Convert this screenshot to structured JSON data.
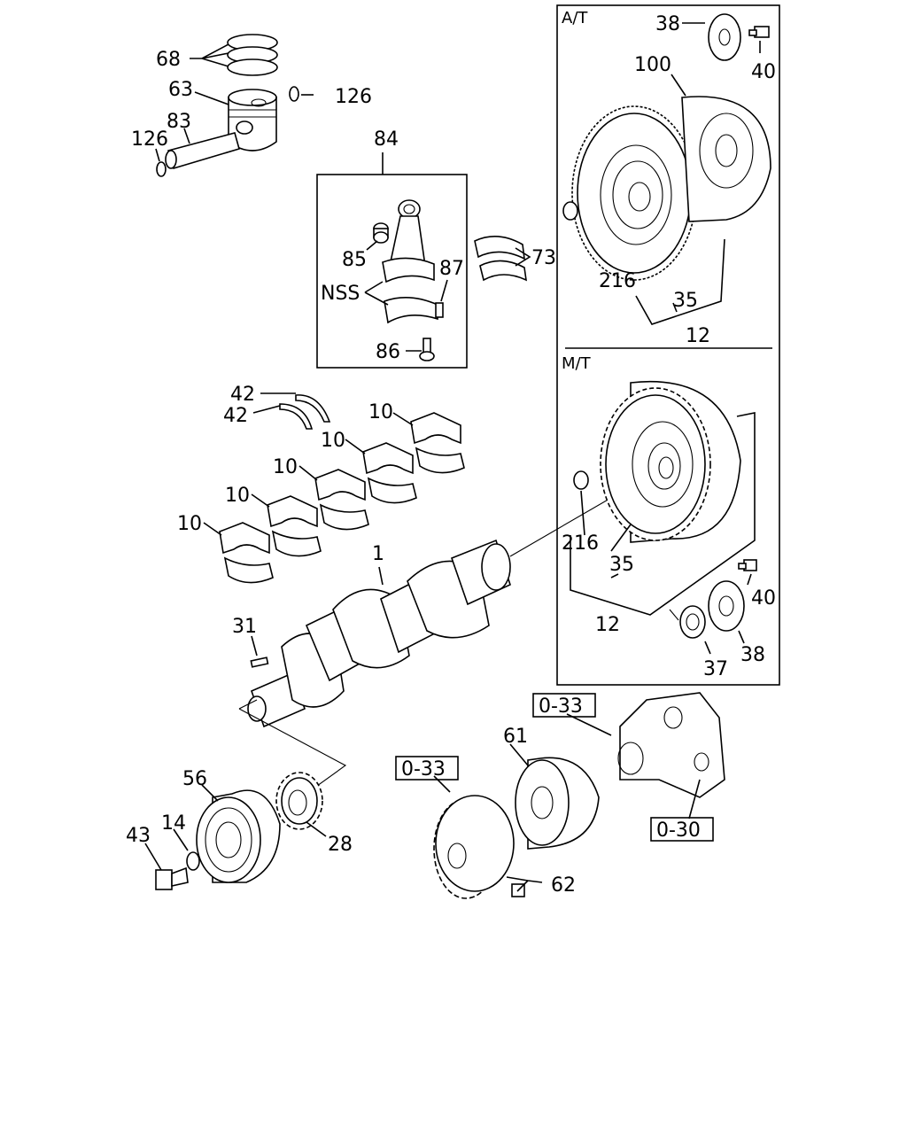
{
  "sections": {
    "at": "A/T",
    "mt": "M/T"
  },
  "labels": {
    "p68": "68",
    "p63": "63",
    "p126a": "126",
    "p83": "83",
    "p126b": "126",
    "p84": "84",
    "p85": "85",
    "p87": "87",
    "nss": "NSS",
    "p73": "73",
    "p86": "86",
    "p42a": "42",
    "p42b": "42",
    "p10a": "10",
    "p10b": "10",
    "p10c": "10",
    "p10d": "10",
    "p10e": "10",
    "p1": "1",
    "p31": "31",
    "p56": "56",
    "p14": "14",
    "p43": "43",
    "p28": "28",
    "at38": "38",
    "at40": "40",
    "at100": "100",
    "at216": "216",
    "at35": "35",
    "at12": "12",
    "mt216": "216",
    "mt35": "35",
    "mt12": "12",
    "mt40": "40",
    "mt38": "38",
    "mt37": "37",
    "p61": "61",
    "p62": "62"
  },
  "refs": {
    "r033a": "0-33",
    "r033b": "0-33",
    "r030": "0-30"
  }
}
